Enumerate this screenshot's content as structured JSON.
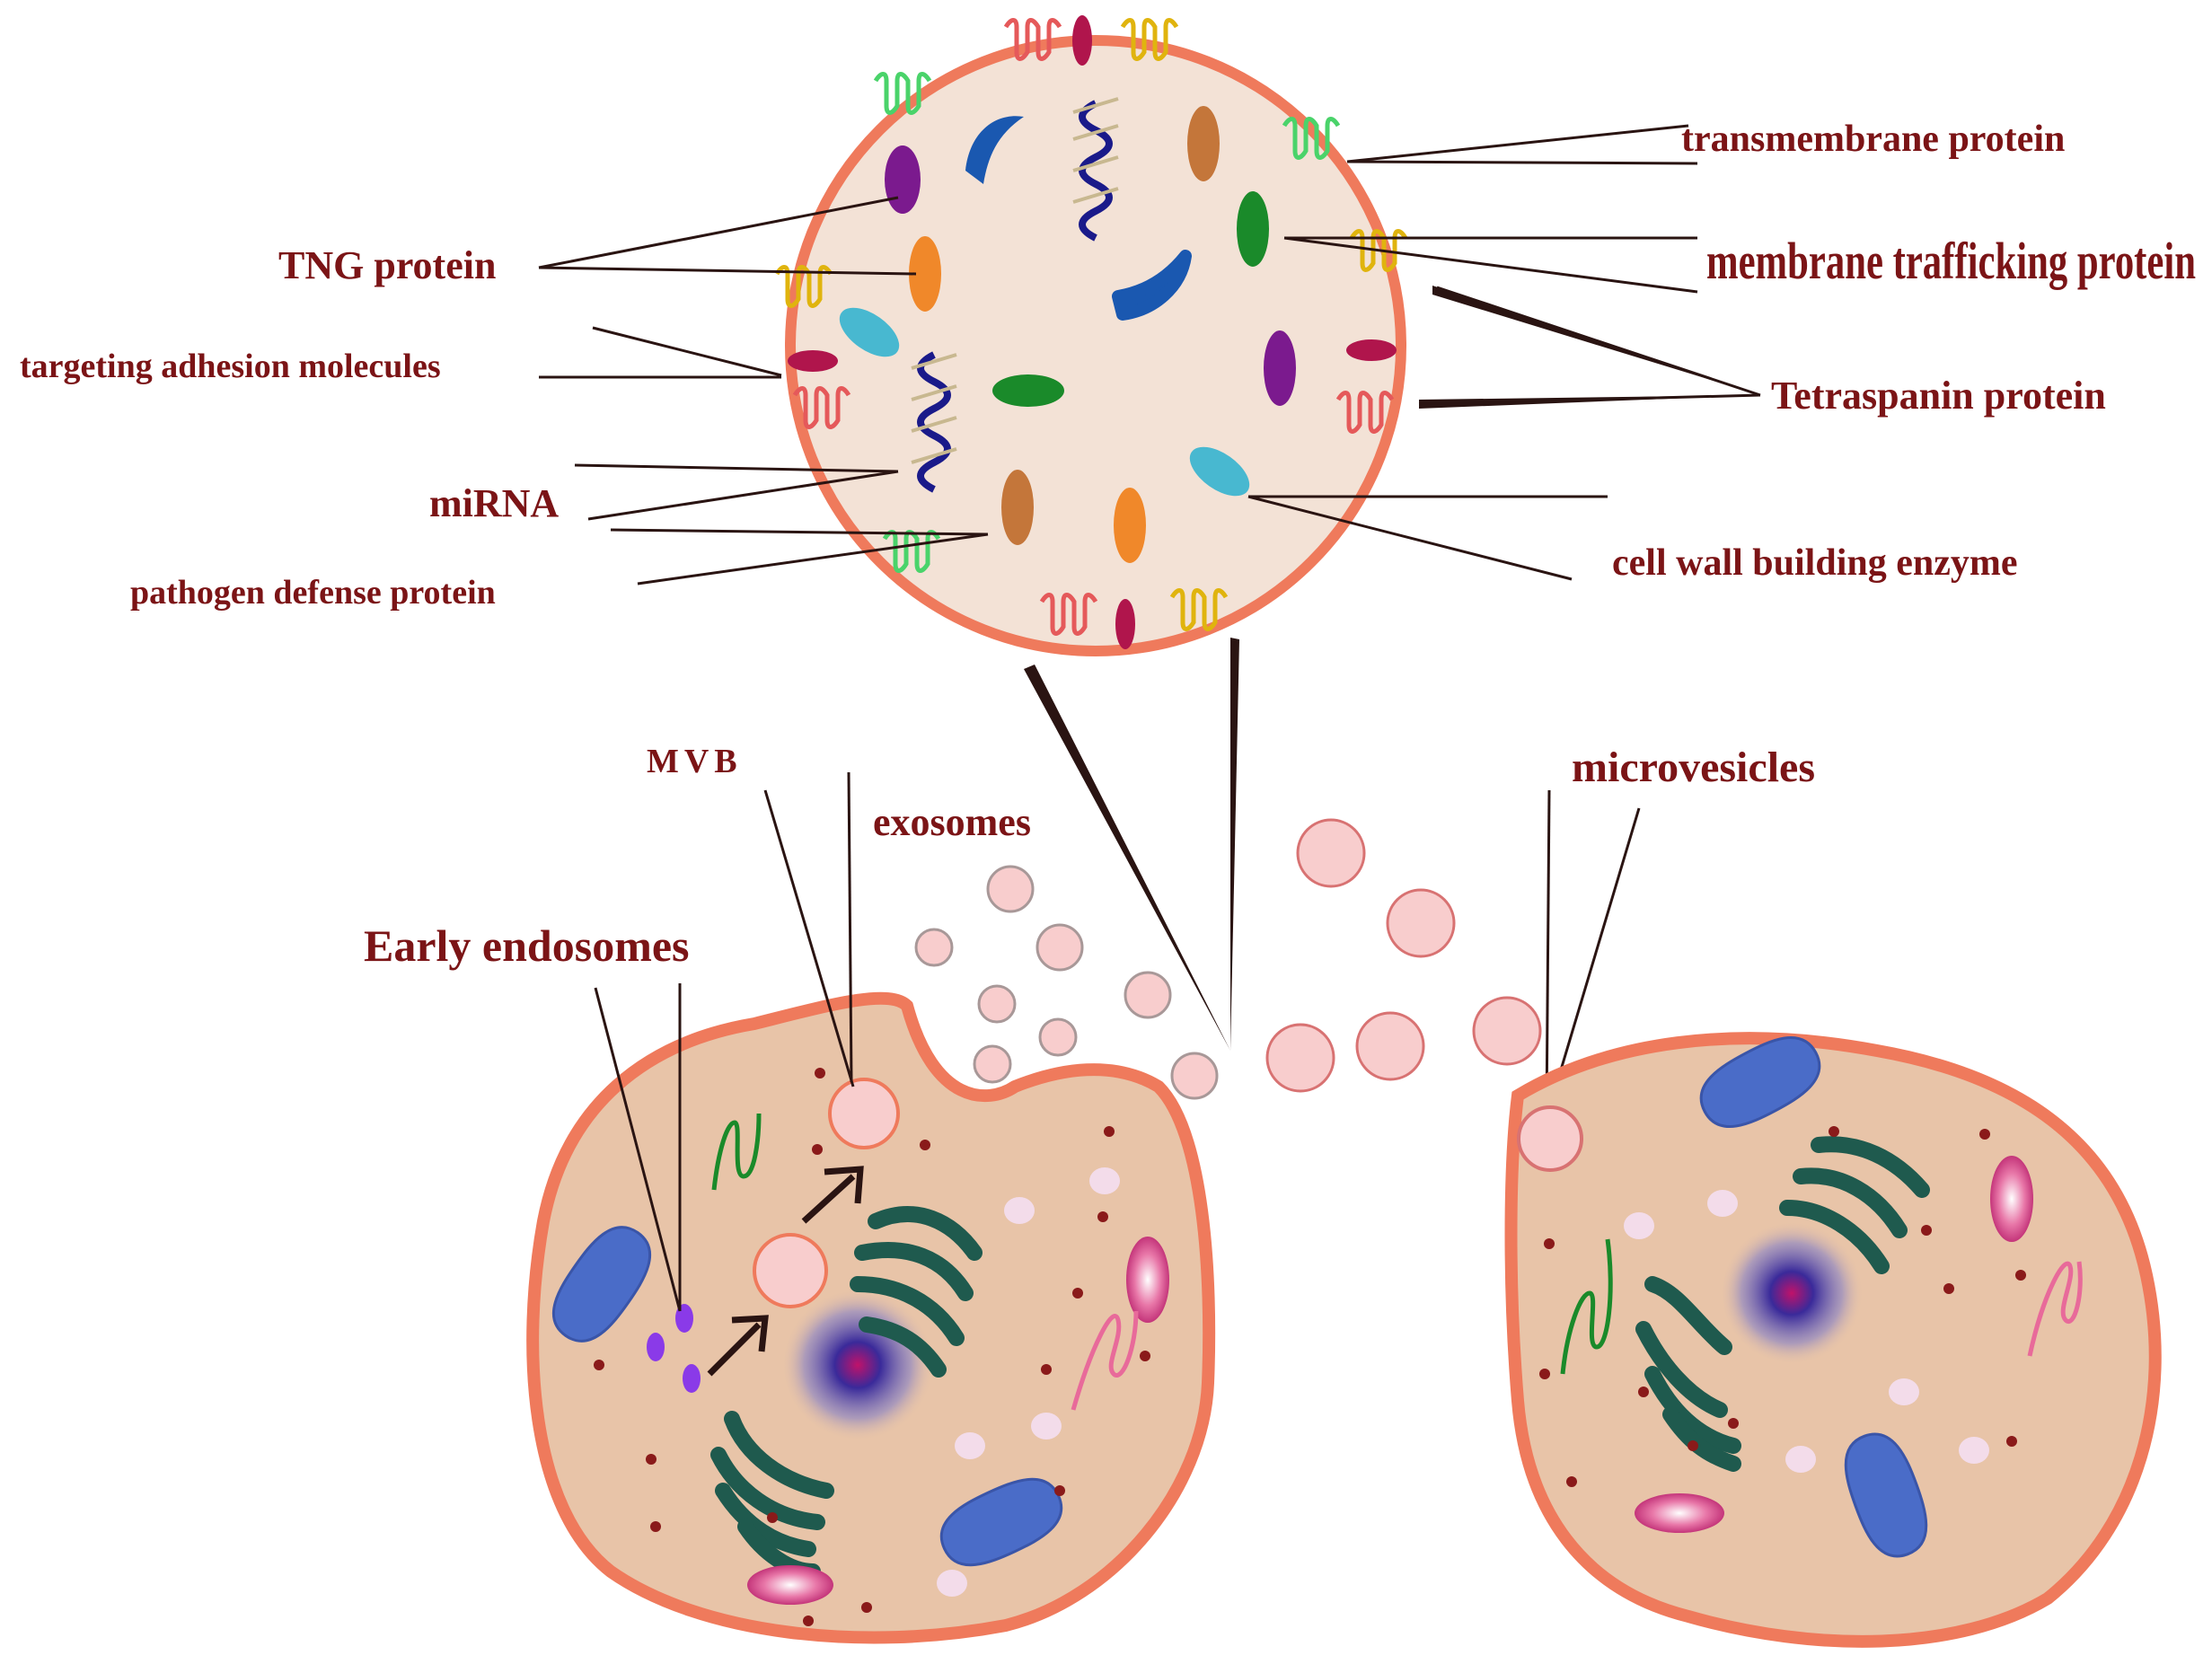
{
  "labels": {
    "tng_protein": "TNG protein",
    "targeting_adhesion": "targeting adhesion molecules",
    "mirna": "miRNA",
    "pathogen_defense": "pathogen defense protein",
    "transmembrane": "transmembrane protein",
    "membrane_trafficking": "membrane trafficking protein",
    "tetraspanin": "Tetraspanin protein",
    "cell_wall_enzyme": "cell wall building enzyme",
    "mvb": "MVB",
    "exosomes": "exosomes",
    "microvesicles": "microvesicles",
    "early_endosomes": "Early endosomes"
  },
  "colors": {
    "label_text": "#7b1416",
    "membrane": "#ef7a5c",
    "cytoplasm": "#e8c4a8",
    "vesicle_lumen": "#f3e2d6",
    "golgi": "#1f5a4e",
    "mitochondrion": "#4a6cc8",
    "small_vesicle": "#f8cdcd",
    "leader_line": "#2a1412"
  }
}
